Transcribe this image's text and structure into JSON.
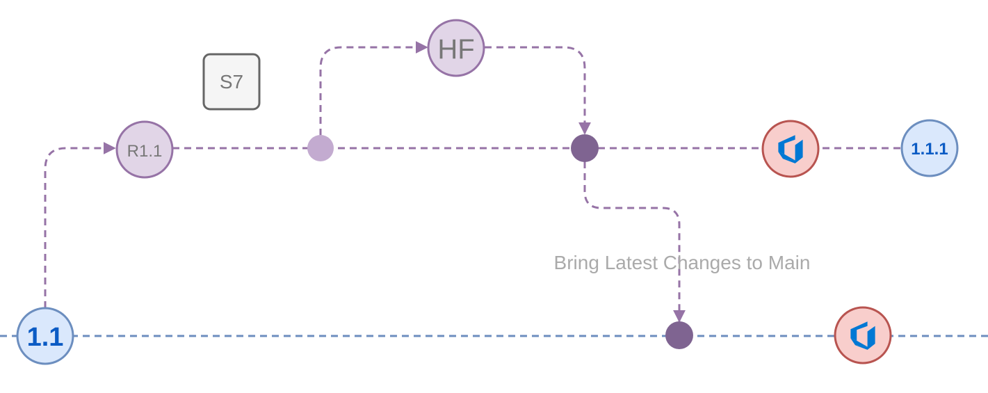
{
  "nodes": {
    "main_version": "1.1",
    "release_branch": "R1.1",
    "hotfix": "HF",
    "sprint": "S7",
    "hotfix_version": "1.1.1"
  },
  "labels": {
    "merge_to_main": "Bring Latest Changes to Main"
  },
  "icons": {
    "pipeline": "azure-devops-icon"
  },
  "colors": {
    "main_line": "#6c8ebf",
    "branch_line": "#9673a6",
    "version_fill": "#dae8fc",
    "version_text": "#0b5bc4",
    "release_fill": "#e1d5e7",
    "commit_light": "#c3abd0",
    "commit_dark": "#7f6491",
    "pipeline_fill": "#f8cecc",
    "pipeline_stroke": "#b85450",
    "devops_blue": "#0078d4",
    "label_gray": "#aaaaaa"
  }
}
